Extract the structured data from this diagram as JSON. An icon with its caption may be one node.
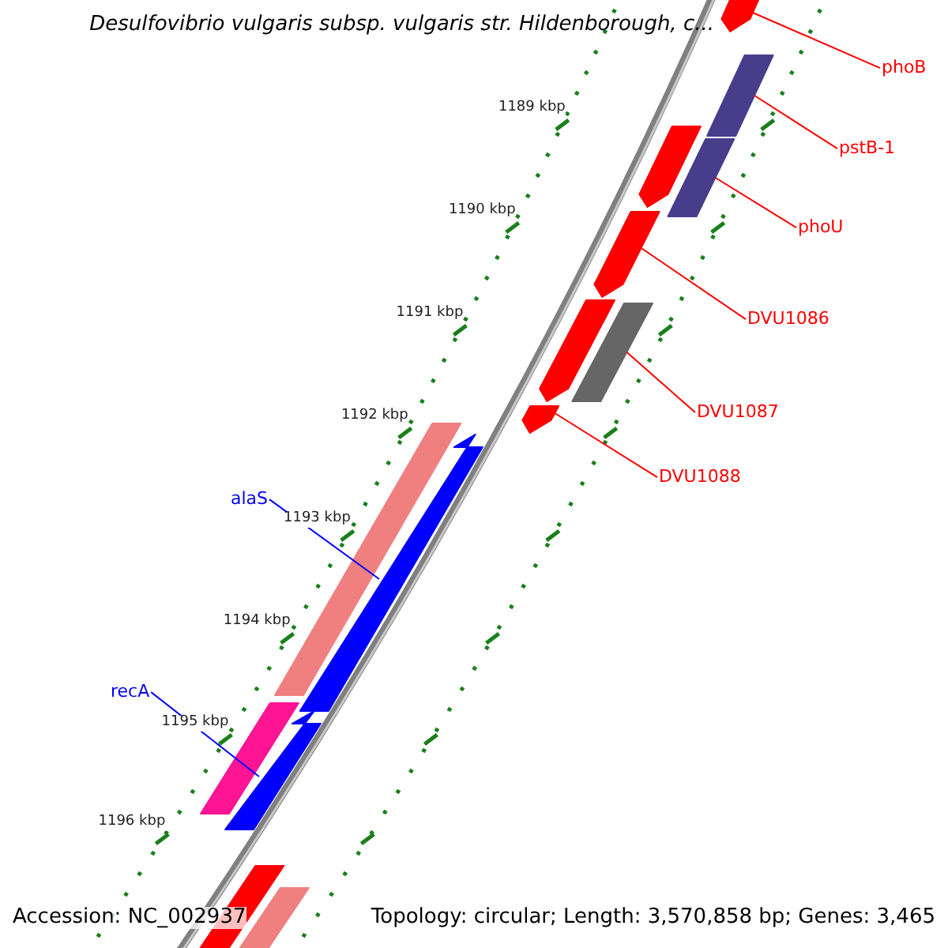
{
  "diagram": {
    "title": "Desulfovibrio vulgaris subsp. vulgaris str. Hildenborough, c...",
    "nodes": [
      {
        "text": [
          "phoB"
        ]
      },
      {
        "text": [
          "pstB-1"
        ]
      },
      {
        "text": [
          "phoU"
        ]
      },
      {
        "text": [
          "DVU1086"
        ]
      },
      {
        "text": [
          "DVU1087"
        ]
      },
      {
        "text": [
          "DVU1088"
        ]
      },
      {
        "text": [
          "alaS"
        ]
      },
      {
        "text": [
          "recA"
        ]
      },
      {
        "text": [],
        "shape": "bar"
      },
      {
        "text": [],
        "shape": "bar"
      },
      {
        "text": [],
        "shape": "bar"
      },
      {
        "text": [],
        "shape": "bar"
      },
      {
        "text": [],
        "shape": "bar"
      },
      {
        "text": [],
        "shape": "bar"
      },
      {
        "text": [],
        "shape": "bar"
      },
      {
        "text": [],
        "shape": "bar"
      }
    ],
    "edges": [
      {
        "from": 0,
        "to": 8,
        "arrow": "none"
      },
      {
        "from": 1,
        "to": 9,
        "arrow": "none"
      },
      {
        "from": 2,
        "to": 10,
        "arrow": "none"
      },
      {
        "from": 3,
        "to": 11,
        "arrow": "none"
      },
      {
        "from": 4,
        "to": 12,
        "arrow": "none"
      },
      {
        "from": 5,
        "to": 13,
        "arrow": "none"
      },
      {
        "from": 6,
        "to": 14,
        "arrow": "none",
        "color": "#0000ff"
      },
      {
        "from": 7,
        "to": 15,
        "arrow": "none",
        "color": "#0000ff"
      }
    ],
    "labels": [
      "1189 kbp",
      "1190 kbp",
      "1191 kbp",
      "1192 kbp",
      "1193 kbp",
      "1194 kbp",
      "1195 kbp",
      "1196 kbp",
      "Accession: NC_002937",
      "Topology: circular; Length: 3,570,858 bp; Genes: 3,465"
    ]
  }
}
